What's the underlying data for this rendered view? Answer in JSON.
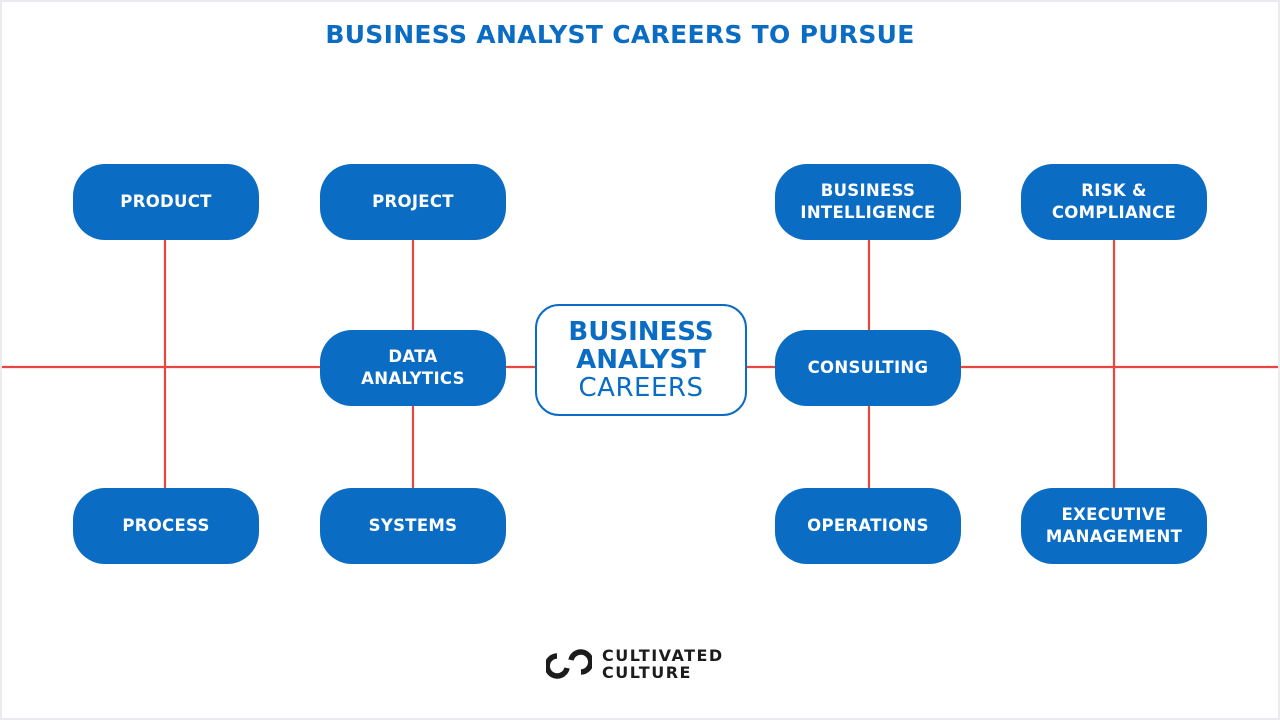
{
  "title": "BUSINESS ANALYST CAREERS TO PURSUE",
  "center": {
    "line1": "BUSINESS",
    "line2": "ANALYST",
    "line3": "CAREERS"
  },
  "nodes": {
    "product": "PRODUCT",
    "project": "PROJECT",
    "data_analytics": "DATA\nANALYTICS",
    "process": "PROCESS",
    "systems": "SYSTEMS",
    "business_intelligence": "BUSINESS\nINTELLIGENCE",
    "risk_compliance": "RISK &\nCOMPLIANCE",
    "consulting": "CONSULTING",
    "operations": "OPERATIONS",
    "executive_management": "EXECUTIVE\nMANAGEMENT"
  },
  "brand": {
    "name": "CULTIVATED\nCULTURE",
    "logo_icon": "linked-arcs-icon"
  },
  "colors": {
    "node_fill": "#0b6cc4",
    "connector": "#e8473f",
    "brand_text": "#1c1c1c"
  }
}
